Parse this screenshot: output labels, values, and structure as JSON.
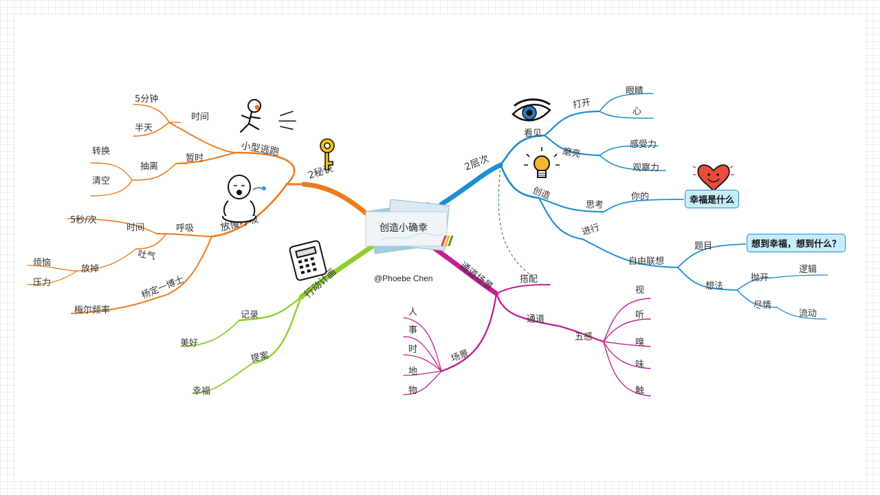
{
  "center": {
    "title": "创造小确幸",
    "credit": "@Phoebe Chen"
  },
  "branches": {
    "secrets": {
      "label": "2秘诀",
      "escape": {
        "label": "小型逃跑",
        "time": {
          "label": "时间",
          "a": "5分钟",
          "b": "半天"
        },
        "pause": {
          "label": "暂时",
          "switch": {
            "label": "抽离",
            "a": "转换",
            "b": "清空"
          }
        }
      },
      "slow": {
        "label": "放慢呼吸",
        "breath": {
          "label": "呼吸",
          "time": {
            "label": "时间",
            "a": "5秒/次"
          },
          "exhale": {
            "label": "吐气",
            "release": {
              "label": "放掉",
              "a": "烦恼",
              "b": "压力"
            }
          }
        },
        "dr": {
          "label": "杨定一博士",
          "freq": "梅尔频率"
        }
      }
    },
    "action": {
      "label": "行动计画",
      "record": {
        "label": "记录",
        "a": "美好"
      },
      "plan": {
        "label": "提案",
        "a": "幸福"
      }
    },
    "levels": {
      "label": "2层次",
      "see": {
        "label": "看见",
        "open": {
          "label": "打开",
          "a": "眼睛",
          "b": "心"
        },
        "polish": {
          "label": "磨亮",
          "a": "感受力",
          "b": "观察力"
        }
      },
      "create": {
        "label": "创造",
        "think": {
          "label": "思考",
          "yours": "你的",
          "box": "幸福是什么"
        },
        "do": {
          "label": "进行",
          "free": {
            "label": "自由联想",
            "topic": {
              "label": "题目",
              "box": "想到幸福，想到什么？"
            },
            "method": {
              "label": "想法",
              "drop": {
                "label": "抛开",
                "a": "逻辑"
              },
              "full": {
                "label": "尽情",
                "a": "流动"
              }
            }
          }
        }
      }
    },
    "scene": {
      "label": "通道场景",
      "match": "搭配",
      "channel": {
        "label": "通道",
        "senses": {
          "label": "五感",
          "items": [
            "视",
            "听",
            "嗅",
            "味",
            "触"
          ]
        }
      },
      "scenes": {
        "label": "场景",
        "items": [
          "人",
          "事",
          "时",
          "地",
          "物"
        ]
      }
    }
  },
  "colors": {
    "orange": "#f07a1a",
    "green": "#8fcf2a",
    "blue": "#1f8fd0",
    "magenta": "#c2208f"
  }
}
